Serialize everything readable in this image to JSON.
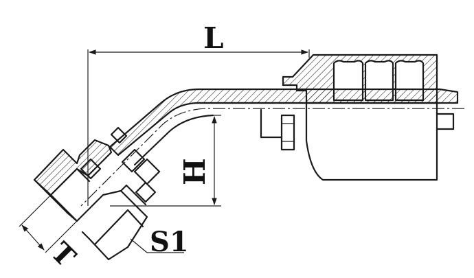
{
  "dimensions": {
    "length_label": "L",
    "height_label": "H",
    "thread_label": "T",
    "hex_label": "S1"
  }
}
